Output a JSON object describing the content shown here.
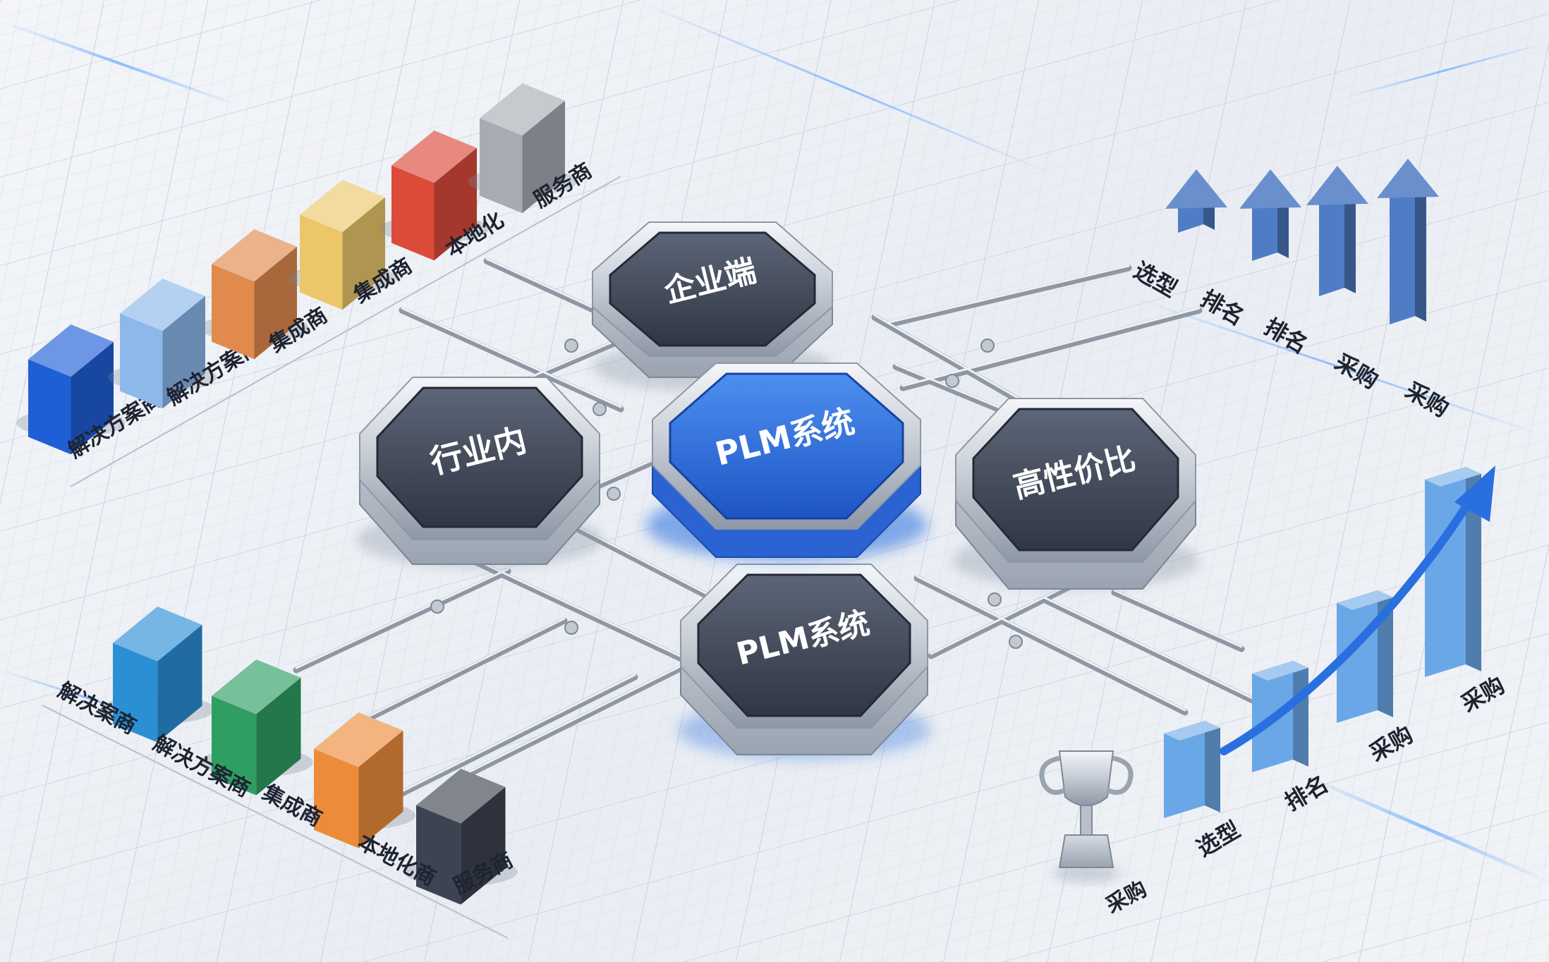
{
  "hubs": {
    "top": "企业端",
    "left": "行业内",
    "center": "PLM系统",
    "right": "高性价比",
    "bottom": "PLM系统"
  },
  "top_left_cubes": [
    {
      "label": "解决方案商",
      "color": "#1f5fd6"
    },
    {
      "label": "解决方案商",
      "color": "#8cb8ea"
    },
    {
      "label": "集成商",
      "color": "#e08a4e"
    },
    {
      "label": "集成商",
      "color": "#ebc76a"
    },
    {
      "label": "本地化",
      "color": "#dc4a3a"
    },
    {
      "label": "服务商",
      "color": "#a7acb4"
    }
  ],
  "bottom_left_cubes": [
    {
      "label": "解决案商",
      "color": "#2b8fd6"
    },
    {
      "label": "解决方案商",
      "color": "#2f9e63"
    },
    {
      "label": "集成商",
      "color": "#ec8c3a"
    },
    {
      "label": "本地化商",
      "color": "#3d4350"
    }
  ],
  "bottom_left_extra_label": "服务商",
  "top_right_arrows": {
    "labels": [
      "选型",
      "排名",
      "排名",
      "采购",
      "采购"
    ],
    "color": "#4f7cc4"
  },
  "bottom_right_chart": {
    "labels": [
      "选型",
      "排名",
      "采购",
      "采购"
    ],
    "trophy_label": "采购",
    "color": "#6aa7e6",
    "arrow_color": "#2a6fe0"
  }
}
